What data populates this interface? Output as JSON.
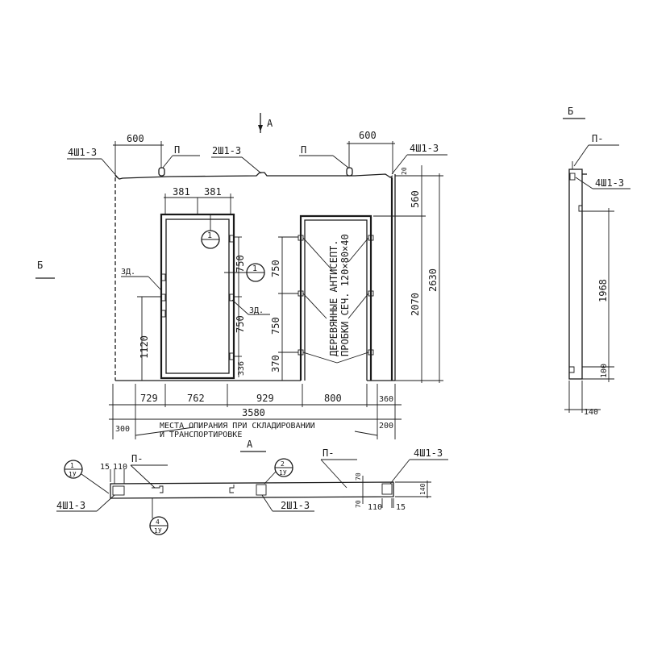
{
  "main_view": {
    "section_marker_a": "А",
    "section_marker_b": "Б",
    "labels": {
      "anchor_left": "4Ш1-3",
      "anchor_mid": "2Ш1-3",
      "anchor_right": "4Ш1-3",
      "loop_left": "П",
      "loop_right": "П",
      "embed_left": "3Д.",
      "embed_right": "3Д.",
      "callout_1a": "1",
      "callout_1b": "1",
      "note_plugs_line1": "ДЕРЕВЯННЫЕ АНТИСЕПТ.",
      "note_plugs_line2": "ПРОБКИ СЕЧ. 120×80×40",
      "note_support_line1": "МЕСТА ОПИРАНИЯ ПРИ СКЛАДИРОВАНИИ",
      "note_support_line2": "И ТРАНСПОРТИРОВКЕ"
    },
    "dimensions": {
      "top_left_600": "600",
      "top_right_600": "600",
      "door_381_a": "381",
      "door_381_b": "381",
      "top_20": "20",
      "right_560": "560",
      "right_2070": "2070",
      "right_2630": "2630",
      "door_750_a": "750",
      "door_750_b": "750",
      "door_336": "336",
      "left_1120": "1120",
      "open_750_a": "750",
      "open_750_b": "750",
      "open_370": "370",
      "bottom": [
        "729",
        "762",
        "929",
        "800",
        "360"
      ],
      "overall": "3580",
      "support_left": "300",
      "support_right": "200"
    }
  },
  "section_a": {
    "title": "А",
    "labels": {
      "callout_1_top": "1",
      "callout_1_bottom": "1У",
      "callout_2_top": "2",
      "callout_2_bottom": "1У",
      "callout_4_top": "4",
      "callout_4_bottom": "1У",
      "loop_left": "П-",
      "loop_right": "П-",
      "anchor_left": "4Ш1-3",
      "anchor_mid": "2Ш1-3",
      "anchor_right": "4Ш1-3"
    },
    "dimensions": {
      "left_15": "15",
      "left_110": "110",
      "right_110": "110",
      "right_15": "15",
      "offset_70_top": "70",
      "offset_70_bottom": "70",
      "thickness_140": "140"
    }
  },
  "section_b": {
    "title": "Б",
    "labels": {
      "loop": "П-",
      "anchor": "4Ш1-3"
    },
    "dimensions": {
      "height_1968": "1968",
      "bottom_100": "100",
      "thickness_140": "140"
    }
  }
}
